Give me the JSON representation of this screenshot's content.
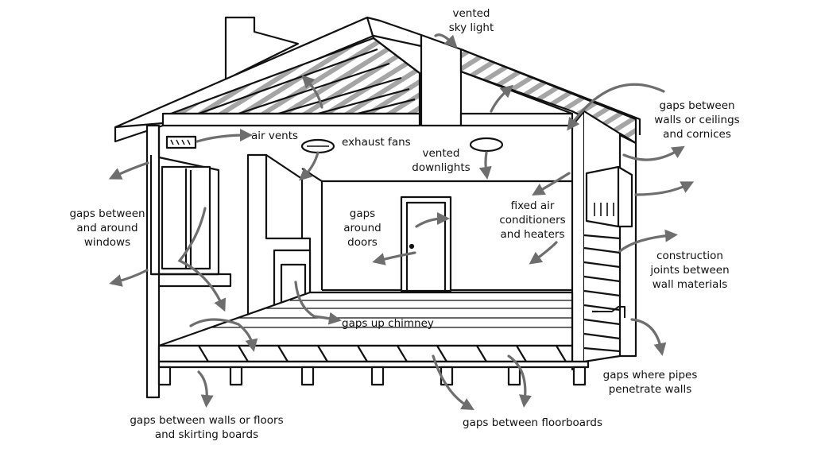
{
  "labels": {
    "vented_sky_light": [
      "vented",
      "sky light"
    ],
    "air_vents": [
      "air vents"
    ],
    "exhaust_fans": [
      "exhaust fans"
    ],
    "vented_downlights": [
      "vented",
      "downlights"
    ],
    "gaps_walls_ceilings_cornices": [
      "gaps between",
      "walls or ceilings",
      "and cornices"
    ],
    "gaps_windows": [
      "gaps between",
      "and around",
      "windows"
    ],
    "gaps_doors": [
      "gaps",
      "around",
      "doors"
    ],
    "fixed_air_conditioners": [
      "fixed air",
      "conditioners",
      "and heaters"
    ],
    "construction_joints": [
      "construction",
      "joints between",
      "wall materials"
    ],
    "gaps_up_chimney": [
      "gaps up chimney"
    ],
    "gaps_pipes": [
      "gaps where pipes",
      "penetrate walls"
    ],
    "gaps_skirting": [
      "gaps between walls or floors",
      "and skirting boards"
    ],
    "gaps_floorboards": [
      "gaps between floorboards"
    ]
  },
  "colors": {
    "line": "#111111",
    "arrow": "#6e6e6e",
    "hatch": "#9a9a9a",
    "background": "#ffffff"
  }
}
